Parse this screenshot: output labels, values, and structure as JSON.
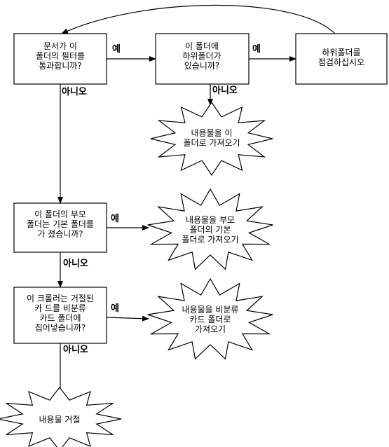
{
  "nodes": {
    "q_filter": [
      "문서가 이",
      "폴더의 필터를",
      "통과합니까?"
    ],
    "q_subfolder": [
      "이 폴더에",
      "하위폴더가",
      "있습니까?"
    ],
    "act_check_sub": [
      "하위폴더를",
      "점검하십시오"
    ],
    "act_move_here": [
      "내용물을 이",
      "폴더로 가져오기"
    ],
    "q_parent": [
      "이 폴더의 부모",
      "폴더는 기본 폴더를",
      "가 졌습니까?"
    ],
    "act_move_parent": [
      "내용물을 부모",
      "폴더의 기본",
      "폴더로 가져오기"
    ],
    "q_reject": [
      "이 크롤러는 거절된",
      "카 드를 비분류",
      "카드 폴더에",
      "집어넣습니까?"
    ],
    "act_move_unclassified": [
      "내용물을 비분류",
      "카드 폴더로",
      "가져오기"
    ],
    "act_reject": [
      "내용물 거절"
    ]
  },
  "labels": {
    "yes": "예",
    "no": "아니오"
  }
}
